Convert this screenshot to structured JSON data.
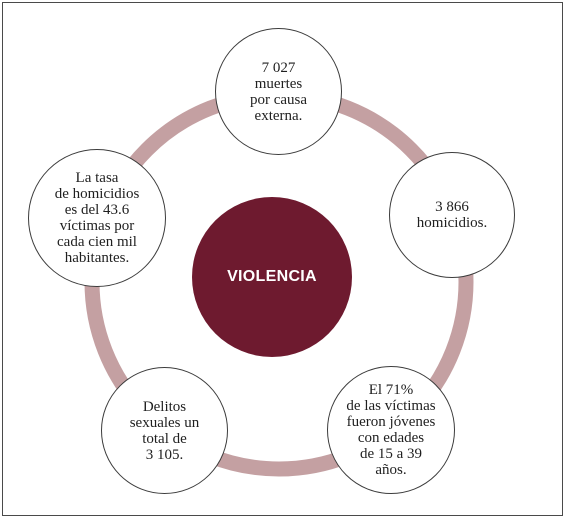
{
  "center": {
    "label": "VIOLENCIA"
  },
  "nodes": [
    {
      "text": "7 027\nmuertes\npor causa\nexterna."
    },
    {
      "text": "3 866\nhomicidios."
    },
    {
      "text": "El 71%\nde las víctimas\nfueron jóvenes\ncon edades\nde 15 a 39\naños."
    },
    {
      "text": "Delitos\nsexuales un\ntotal de\n3 105."
    },
    {
      "text": "La tasa\nde homicidios\nes del 43.6\nvíctimas por\ncada cien mil\nhabitantes."
    }
  ],
  "colors": {
    "ring": "#c4a0a2",
    "center": "#6e1a2f",
    "node_border": "#3c3c3c",
    "text": "#1f1f1f"
  }
}
